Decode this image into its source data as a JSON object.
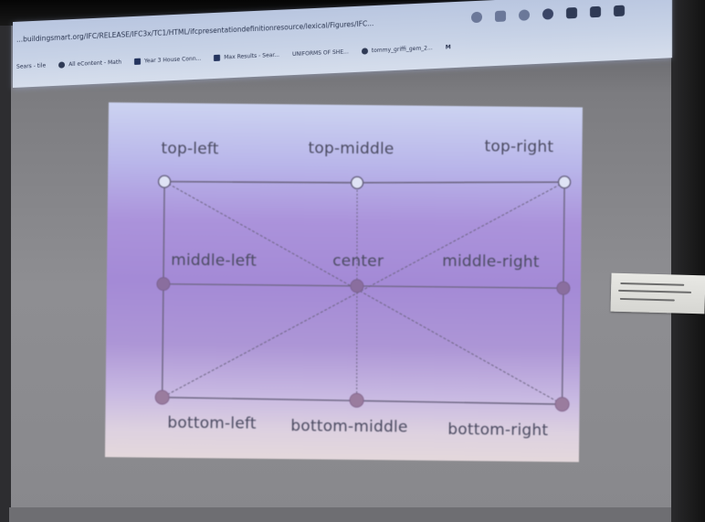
{
  "browser": {
    "url": "...buildingsmart.org/IFC/RELEASE/IFC3x/TC1/HTML/ifcpresentationdefinitionresource/lexical/Figures/IFC...",
    "bookmarks": [
      {
        "icon": "globe-icon",
        "label": "Sears - tile"
      },
      {
        "icon": "globe-icon",
        "label": "All eContent - Math"
      },
      {
        "icon": "bookmark-icon",
        "label": "Year 3 House Conn..."
      },
      {
        "icon": "bookmark-icon",
        "label": "Max Results - Sear..."
      },
      {
        "icon": "none",
        "label": "UNIFORMS OF SHE..."
      },
      {
        "icon": "globe-icon",
        "label": "tommy_griffi_gem_2..."
      },
      {
        "icon": "mail-icon",
        "label": "M"
      }
    ],
    "toolbar_icons": [
      "settings-icon",
      "refresh-icon",
      "star-icon",
      "extension-icon",
      "calendar-icon",
      "grid-icon",
      "window-icon",
      "pin-icon"
    ]
  },
  "slide": {
    "labels": {
      "top_left": "top-left",
      "top_middle": "top-middle",
      "top_right": "top-right",
      "middle_left": "middle-left",
      "center": "center",
      "middle_right": "middle-right",
      "bottom_left": "bottom-left",
      "bottom_middle": "bottom-middle",
      "bottom_right": "bottom-right"
    },
    "line_color": "#6b6480",
    "handle_fill_top": "#dfe3f5",
    "handle_fill_other": "#8a6e9e"
  },
  "colors": {
    "slide_top": "#ccd3f1",
    "slide_mid": "#a48ad6",
    "slide_bottom": "#e4d8dc",
    "wall": "#8e8e92"
  }
}
